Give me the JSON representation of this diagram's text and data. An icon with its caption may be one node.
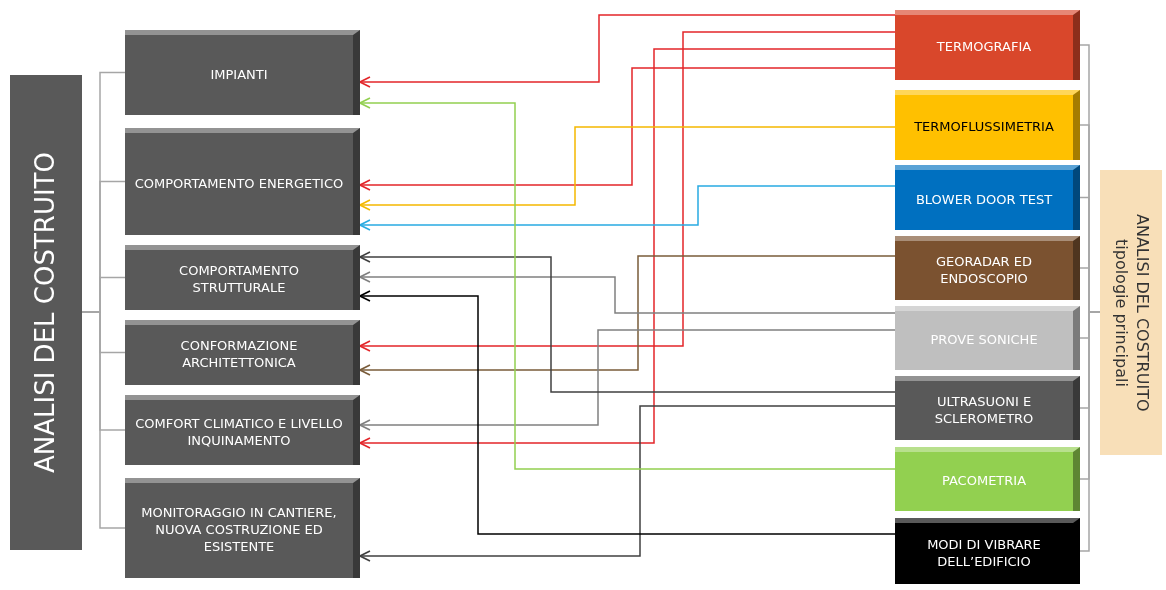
{
  "diagram": {
    "nodes": [
      {
        "text": [
          "ANALISI DEL COSTRUITO"
        ]
      },
      {
        "text": [
          "IMPIANTI"
        ]
      },
      {
        "text": [
          "COMPORTAMENTO ENERGETICO"
        ]
      },
      {
        "text": [
          "COMPORTAMENTO STRUTTURALE"
        ]
      },
      {
        "text": [
          "CONFORMAZIONE ARCHITETTONICA"
        ]
      },
      {
        "text": [
          "COMFORT CLIMATICO E LIVELLO INQUINAMENTO"
        ]
      },
      {
        "text": [
          "MONITORAGGIO IN CANTIERE, NUOVA COSTRUZIONE ED ESISTENTE"
        ]
      },
      {
        "text": [
          "TERMOGRAFIA"
        ]
      },
      {
        "text": [
          "TERMOFLUSSIMETRIA"
        ]
      },
      {
        "text": [
          "BLOWER DOOR TEST"
        ]
      },
      {
        "text": [
          "GEORADAR ED ENDOSCOPIO"
        ]
      },
      {
        "text": [
          "PROVE SONICHE"
        ]
      },
      {
        "text": [
          "ULTRASUONI E SCLEROMETRO"
        ]
      },
      {
        "text": [
          "PACOMETRIA"
        ]
      },
      {
        "text": [
          "MODI DI VIBRARE DELL’EDIFICIO"
        ]
      },
      {
        "text": [
          "ANALISI DEL COSTRUITO",
          "tipologie principali"
        ]
      }
    ],
    "edges": [
      {
        "from": 1,
        "to": 0,
        "arrow": "none",
        "color": "#a6a6a6"
      },
      {
        "from": 2,
        "to": 0,
        "arrow": "none",
        "color": "#a6a6a6"
      },
      {
        "from": 3,
        "to": 0,
        "arrow": "none",
        "color": "#a6a6a6"
      },
      {
        "from": 4,
        "to": 0,
        "arrow": "none",
        "color": "#a6a6a6"
      },
      {
        "from": 5,
        "to": 0,
        "arrow": "none",
        "color": "#a6a6a6"
      },
      {
        "from": 6,
        "to": 0,
        "arrow": "none",
        "color": "#a6a6a6"
      },
      {
        "from": 15,
        "to": 7,
        "arrow": "none",
        "color": "#a6a6a6"
      },
      {
        "from": 15,
        "to": 8,
        "arrow": "none",
        "color": "#a6a6a6"
      },
      {
        "from": 15,
        "to": 9,
        "arrow": "none",
        "color": "#a6a6a6"
      },
      {
        "from": 15,
        "to": 10,
        "arrow": "none",
        "color": "#a6a6a6"
      },
      {
        "from": 15,
        "to": 11,
        "arrow": "none",
        "color": "#a6a6a6"
      },
      {
        "from": 15,
        "to": 12,
        "arrow": "none",
        "color": "#a6a6a6"
      },
      {
        "from": 15,
        "to": 13,
        "arrow": "none",
        "color": "#a6a6a6"
      },
      {
        "from": 15,
        "to": 14,
        "arrow": "none",
        "color": "#a6a6a6"
      },
      {
        "from": 7,
        "to": 1,
        "arrow": "to",
        "color": "#e3262a"
      },
      {
        "from": 7,
        "to": 4,
        "arrow": "to",
        "color": "#e3262a"
      },
      {
        "from": 7,
        "to": 5,
        "arrow": "to",
        "color": "#e3262a"
      },
      {
        "from": 7,
        "to": 2,
        "arrow": "to",
        "color": "#e3262a"
      },
      {
        "from": 8,
        "to": 2,
        "arrow": "to",
        "color": "#f5b800"
      },
      {
        "from": 9,
        "to": 2,
        "arrow": "to",
        "color": "#29abe2"
      },
      {
        "from": 10,
        "to": 4,
        "arrow": "to",
        "color": "#7a5c3a"
      },
      {
        "from": 11,
        "to": 3,
        "arrow": "to",
        "color": "#808080"
      },
      {
        "from": 11,
        "to": 5,
        "arrow": "to",
        "color": "#808080"
      },
      {
        "from": 12,
        "to": 3,
        "arrow": "to",
        "color": "#404040"
      },
      {
        "from": 12,
        "to": 6,
        "arrow": "to",
        "color": "#404040"
      },
      {
        "from": 13,
        "to": 1,
        "arrow": "to",
        "color": "#92d050"
      },
      {
        "from": 14,
        "to": 3,
        "arrow": "to",
        "color": "#000000"
      }
    ]
  }
}
